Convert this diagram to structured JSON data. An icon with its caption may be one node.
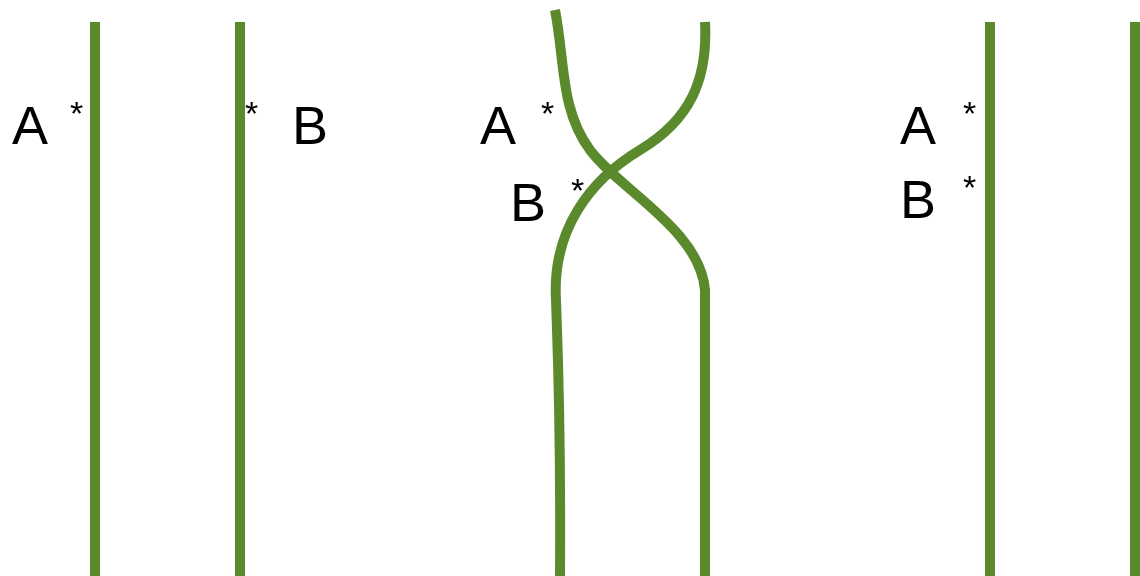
{
  "diagram": {
    "labels": [
      "A",
      "*",
      "*",
      "B",
      "A",
      "*",
      "B",
      "*",
      "A",
      "*",
      "B",
      "*"
    ]
  }
}
